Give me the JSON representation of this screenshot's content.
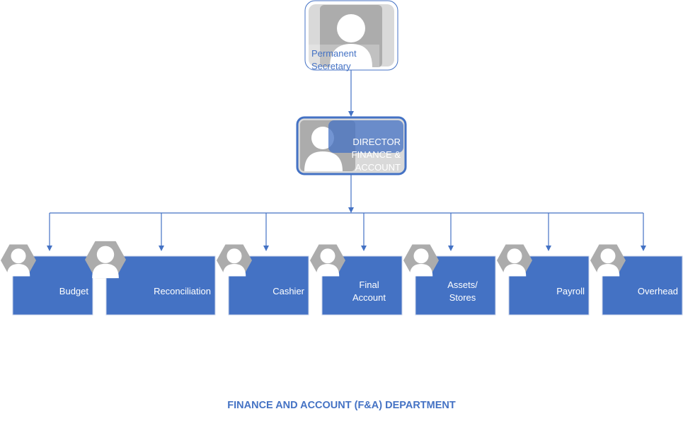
{
  "colors": {
    "accent": "#4472c4",
    "placeholder_gray": "#acacac",
    "light_gray": "#d9d9d9"
  },
  "top": {
    "label_line1": "Permanent",
    "label_line2": "Secretary",
    "icon": "person-placeholder-icon"
  },
  "director": {
    "label_line1": "DIRECTOR",
    "label_line2": "FINANCE &",
    "label_line3": "ACCOUNT",
    "icon": "person-placeholder-icon"
  },
  "units": [
    {
      "line1": "Budget",
      "line2": ""
    },
    {
      "line1": "Reconciliation",
      "line2": ""
    },
    {
      "line1": "Cashier",
      "line2": ""
    },
    {
      "line1": "Final",
      "line2": "Account"
    },
    {
      "line1": "Assets/",
      "line2": "Stores"
    },
    {
      "line1": "Payroll",
      "line2": ""
    },
    {
      "line1": "Overhead",
      "line2": ""
    }
  ],
  "title": "FINANCE AND ACCOUNT (F&A) DEPARTMENT"
}
